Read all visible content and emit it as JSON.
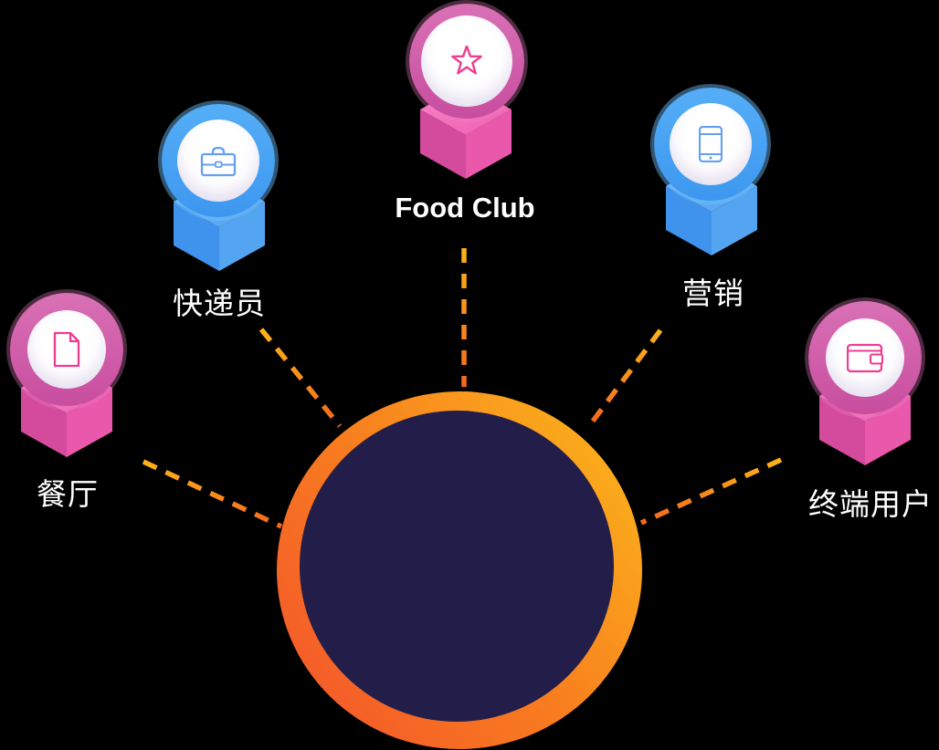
{
  "title": "Food Club ecosystem diagram",
  "background_color": "#000000",
  "center_circle": {
    "ring_gradient_start": "#f3512c",
    "ring_gradient_end": "#fcbb1b",
    "inner_color": "#231d4a"
  },
  "connectors": {
    "style": "dashed",
    "color_node_end": "#fdb31a",
    "color_circle_end": "#f3671f",
    "count": 5
  },
  "nodes": [
    {
      "id": "restaurant",
      "label": "餐厅",
      "theme": "pink",
      "icon": "document-icon"
    },
    {
      "id": "courier",
      "label": "快递员",
      "theme": "blue",
      "icon": "briefcase-icon"
    },
    {
      "id": "food-club",
      "label": "Food Club",
      "theme": "pink",
      "icon": "star-icon"
    },
    {
      "id": "marketing",
      "label": "营销",
      "theme": "blue",
      "icon": "phone-icon"
    },
    {
      "id": "end-user",
      "label": "终端用户",
      "theme": "pink",
      "icon": "wallet-icon"
    }
  ],
  "theme_colors": {
    "pink": {
      "ring": "#cf58a8",
      "icon": "#ee3d92",
      "cube_top": "#f46cba",
      "cube_left": "#d44a9d",
      "cube_right": "#ea58ac"
    },
    "blue": {
      "ring": "#45a1f4",
      "icon": "#64a0f1",
      "cube_top": "#60aef3",
      "cube_left": "#3f93ec",
      "cube_right": "#54a5f1"
    }
  },
  "label_color": "#ffffff"
}
